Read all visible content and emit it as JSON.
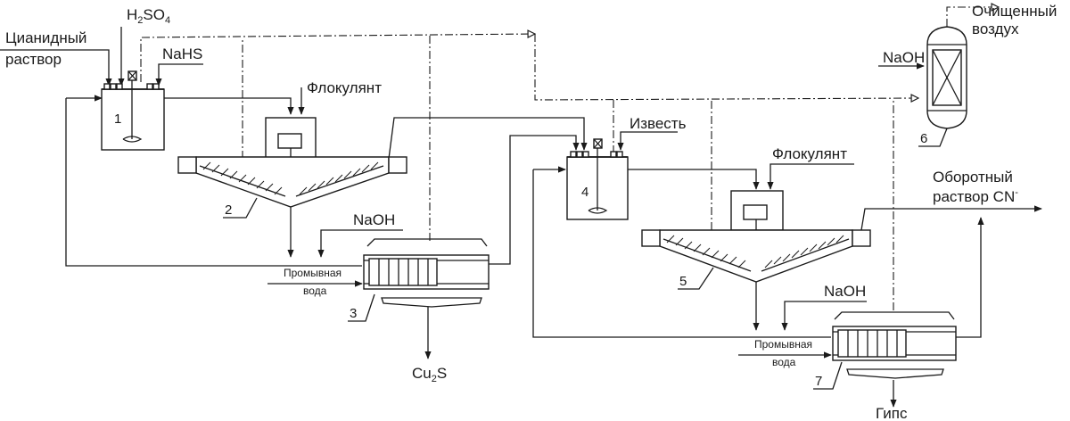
{
  "labels": {
    "cyanide_solution_1": "Цианидный",
    "cyanide_solution_2": "раствор",
    "h2so4_base": "H",
    "h2so4_sub": "2",
    "h2so4_rest": "SO",
    "h2so4_sub2": "4",
    "nahs": "NaHS",
    "flocculant_1": "Флокулянт",
    "naoh_1": "NaOH",
    "wash_water_1a": "Промывная",
    "wash_water_1b": "вода",
    "cu2s_base": "Cu",
    "cu2s_sub": "2",
    "cu2s_rest": "S",
    "lime": "Известь",
    "flocculant_2": "Флокулянт",
    "naoh_2": "NaOH",
    "naoh_3": "NaOH",
    "wash_water_2a": "Промывная",
    "wash_water_2b": "вода",
    "gypsum": "Гипс",
    "clean_air_1": "Очищенный",
    "clean_air_2": "воздух",
    "recycle_1": "Оборотный",
    "recycle_2": "раствор CN",
    "recycle_sup": "-"
  },
  "equipment_numbers": {
    "n1": "1",
    "n2": "2",
    "n3": "3",
    "n4": "4",
    "n5": "5",
    "n6": "6",
    "n7": "7"
  }
}
